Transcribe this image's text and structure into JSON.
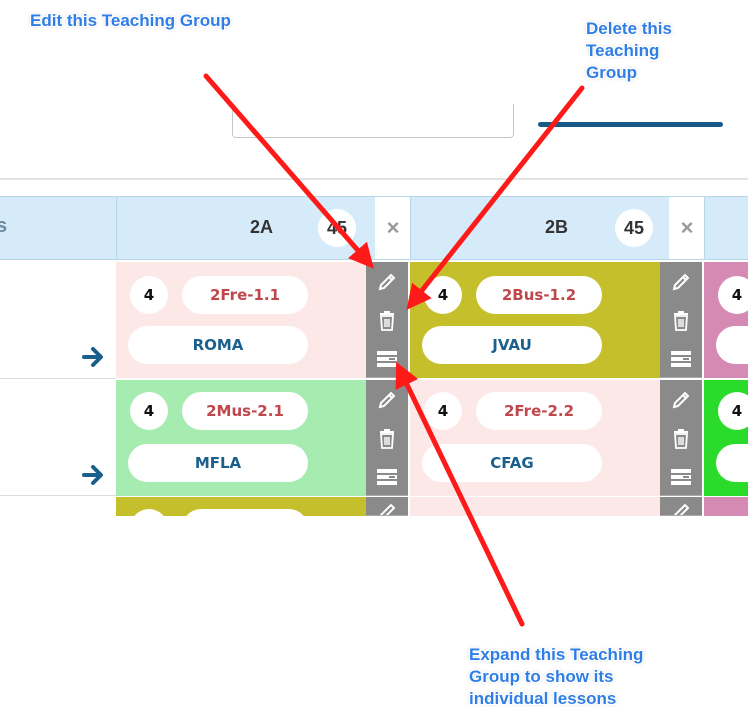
{
  "annotations": {
    "edit": "Edit this Teaching Group",
    "delete_lines": [
      "Delete this",
      "Teaching",
      "Group"
    ],
    "expand_lines": [
      "Expand this Teaching",
      "Group to show its",
      "individual lessons"
    ]
  },
  "header": {
    "left_stub": "s",
    "columns": [
      {
        "label": "2A",
        "count": "45",
        "close": "×"
      },
      {
        "label": "2B",
        "count": "45",
        "close": "×"
      }
    ]
  },
  "rows": [
    {
      "groups": [
        {
          "periods": "4",
          "code": "2Fre-1.1",
          "teacher": "ROMA",
          "color": "#fde8e8"
        },
        {
          "periods": "4",
          "code": "2Bus-1.2",
          "teacher": "JVAU",
          "color": "#c5bf2b"
        }
      ],
      "edge_color": "#d48ab3",
      "edge_num": "4"
    },
    {
      "groups": [
        {
          "periods": "4",
          "code": "2Mus-2.1",
          "teacher": "MFLA",
          "color": "#a6ebb0"
        },
        {
          "periods": "4",
          "code": "2Fre-2.2",
          "teacher": "CFAG",
          "color": "#fde8e8"
        }
      ],
      "edge_color": "#2bdb2b",
      "edge_num": "4"
    }
  ],
  "icons": {
    "edit": "pencil-icon",
    "delete": "trash-icon",
    "expand": "list-icon",
    "row_arrow": "arrow-right-icon"
  },
  "colors": {
    "annotation_text": "#2f7ee6",
    "arrow": "#ff1a1a",
    "header_bg": "#d5ebf9",
    "button_grey": "#8a8a8a",
    "code_text": "#c0484c",
    "teacher_text": "#1b5f8c"
  }
}
